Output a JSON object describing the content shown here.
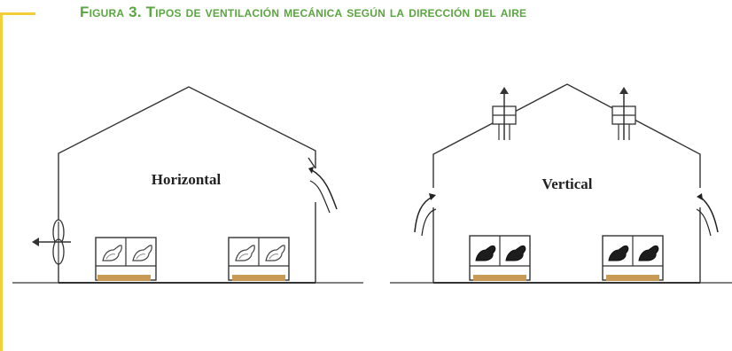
{
  "figure": {
    "title": "Figura 3. Tipos de ventilación mecánica según la dirección del aire"
  },
  "diagrams": [
    {
      "label": "Horizontal"
    },
    {
      "label": "Vertical"
    }
  ],
  "colors": {
    "accent_title": "#5aa640",
    "frame": "#f4cf3a",
    "line": "#333333",
    "bedding": "#c99a55"
  },
  "icons": [
    "fan-icon",
    "air-arrow-icon",
    "chimney-fan-icon",
    "animal-icon"
  ]
}
